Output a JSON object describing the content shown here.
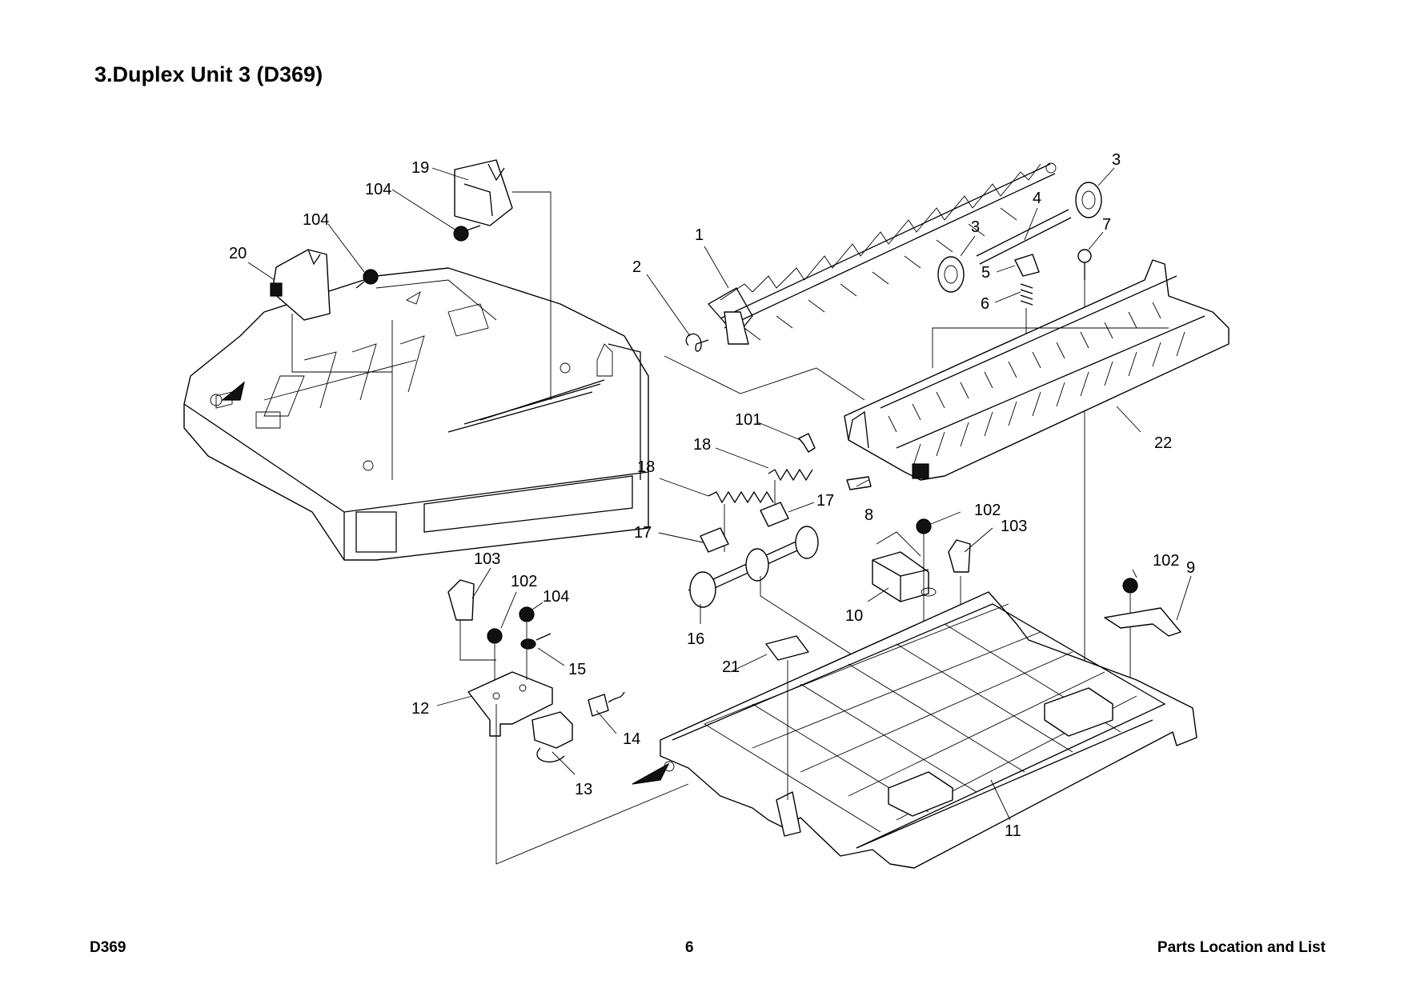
{
  "page": {
    "title": "3.Duplex Unit 3 (D369)",
    "footer_left": "D369",
    "footer_center": "6",
    "footer_right": "Parts Location and List"
  },
  "callouts": {
    "c1": "1",
    "c2": "2",
    "c3a": "3",
    "c3b": "3",
    "c4": "4",
    "c5": "5",
    "c6": "6",
    "c7": "7",
    "c8": "8",
    "c9": "9",
    "c10": "10",
    "c11": "11",
    "c12": "12",
    "c13": "13",
    "c14": "14",
    "c15": "15",
    "c16": "16",
    "c17a": "17",
    "c17b": "17",
    "c18a": "18",
    "c18b": "18",
    "c19": "19",
    "c20": "20",
    "c21": "21",
    "c22": "22",
    "c101": "101",
    "c102a": "102",
    "c102b": "102",
    "c102c": "102",
    "c103a": "103",
    "c103b": "103",
    "c104a": "104",
    "c104b": "104",
    "c104c": "104"
  }
}
